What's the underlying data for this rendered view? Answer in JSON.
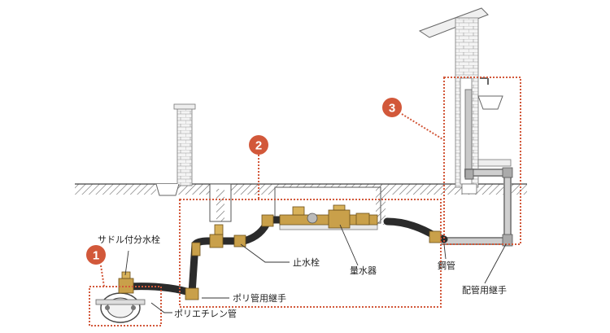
{
  "colors": {
    "accent": "#d2583a",
    "pipe": "#2b2b2b",
    "brass": "#c9a04a",
    "steel": "#b8b8b8",
    "hatch": "#555555"
  },
  "badges": [
    {
      "number": "1"
    },
    {
      "number": "2"
    },
    {
      "number": "3"
    }
  ],
  "labels": {
    "saddle_valve": "サドル付分水栓",
    "stop_valve": "止水栓",
    "meter": "量水器",
    "poly_joint": "ポリ管用継手",
    "poly_pipe": "ポリエチレン管",
    "steel_pipe": "鋼管",
    "steel_joint": "配管用継手"
  }
}
